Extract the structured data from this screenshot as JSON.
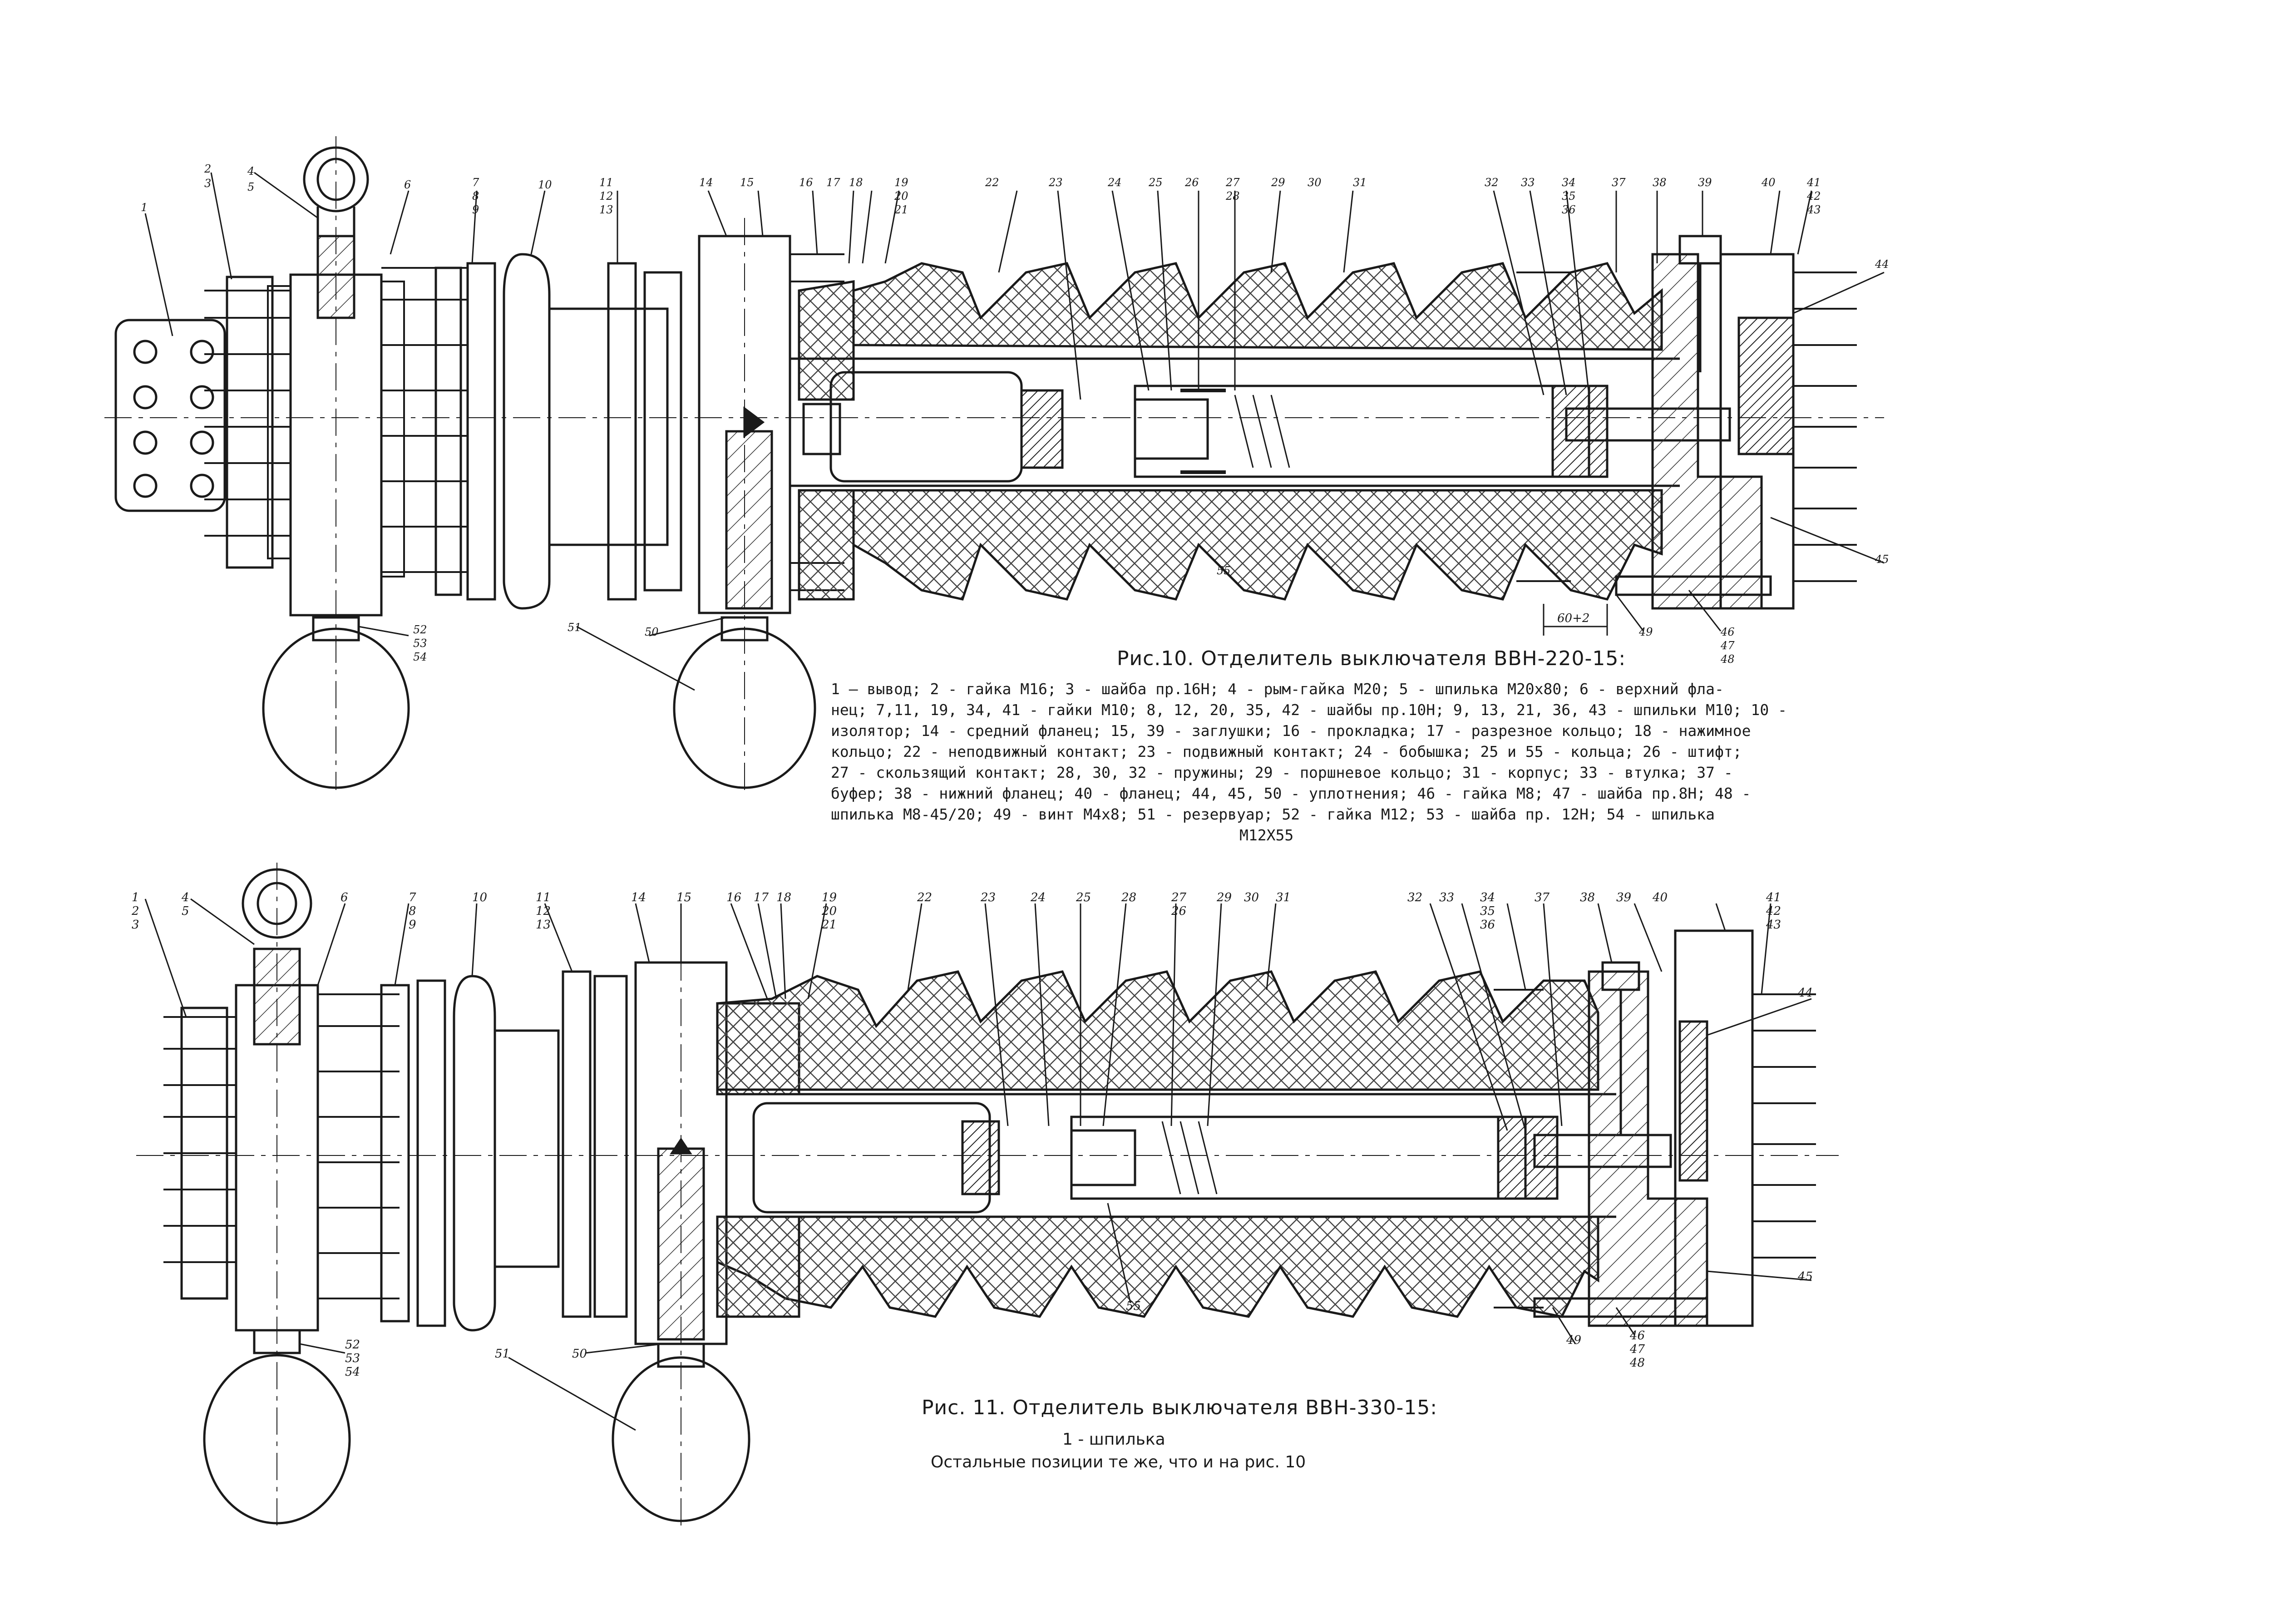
{
  "fig10": {
    "caption": "Рис.10. Отделитель выключателя ВВН-220-15:",
    "legend_lines": [
      "1 — вывод; 2 - гайка М16; 3 - шайба пр.16Н; 4 - рым-гайка М20; 5 - шпилька М20х80; 6 - верхний фла-",
      "нец; 7,11, 19, 34, 41 - гайки М10; 8, 12, 20, 35, 42 - шайбы пр.10Н; 9, 13, 21, 36, 43 - шпильки М10; 10 -",
      "изолятор; 14 - средний фланец; 15, 39 - заглушки; 16 - прокладка; 17 - разрезное кольцо; 18 - нажимное",
      "кольцо; 22 - неподвижный контакт; 23 - подвижный контакт; 24 - бобышка; 25 и 55 - кольца; 26 - штифт;",
      "27 - скользящий контакт; 28, 30, 32 - пружины; 29 - поршневое кольцо; 31 - корпус; 33 - втулка; 37 -",
      "буфер; 38 - нижний фланец; 40 - фланец; 44, 45, 50 - уплотнения; 46 - гайка М8; 47 - шайба пр.8Н; 48 -",
      "шпилька М8-45/20; 49 - винт М4х8; 51 - резервуар; 52 - гайка М12; 53 - шайба пр. 12Н; 54 - шпилька"
    ],
    "legend_last": "М12Х55",
    "dimension": "60+2",
    "callouts_top": [
      "1",
      "2",
      "3",
      "4",
      "5",
      "6",
      "7",
      "8",
      "9",
      "10",
      "11",
      "12",
      "13",
      "14",
      "15",
      "16",
      "17",
      "18",
      "19",
      "20",
      "21",
      "22",
      "23",
      "24",
      "25",
      "26",
      "27",
      "28",
      "29",
      "30",
      "31",
      "32",
      "33",
      "34",
      "35",
      "36",
      "37",
      "38",
      "39",
      "40",
      "41",
      "42",
      "43",
      "44"
    ],
    "callouts_bottom": [
      "45",
      "46",
      "47",
      "48",
      "49",
      "50",
      "51",
      "52",
      "53",
      "54",
      "55"
    ]
  },
  "fig11": {
    "caption": "Рис. 11. Отделитель выключателя ВВН-330-15:",
    "note_1": "1 - шпилька",
    "note_2": "Остальные позиции те же, что и на рис. 10",
    "callouts_top": [
      "1",
      "2",
      "3",
      "4",
      "5",
      "6",
      "7",
      "8",
      "9",
      "10",
      "11",
      "12",
      "13",
      "14",
      "15",
      "16",
      "17",
      "18",
      "19",
      "20",
      "21",
      "22",
      "23",
      "24",
      "25",
      "26",
      "27",
      "28",
      "29",
      "30",
      "31",
      "32",
      "33",
      "34",
      "35",
      "36",
      "37",
      "38",
      "39",
      "40",
      "41",
      "42",
      "43",
      "44"
    ],
    "callouts_bottom": [
      "45",
      "46",
      "47",
      "48",
      "49",
      "50",
      "51",
      "52",
      "53",
      "54",
      "55"
    ]
  }
}
